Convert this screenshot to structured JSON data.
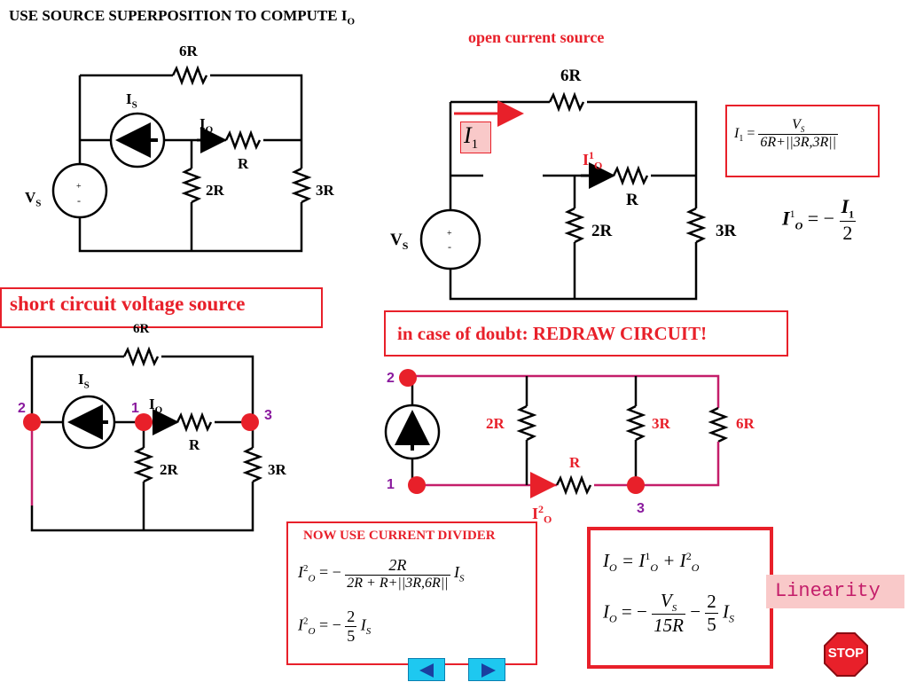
{
  "title": {
    "text": "USE SOURCE SUPERPOSITION TO COMPUTE I",
    "sub": "O"
  },
  "labels": {
    "open_current_source": "open current source",
    "short_circuit": "short circuit voltage source",
    "redraw": "in case of doubt: REDRAW CIRCUIT!",
    "current_divider": "NOW USE CURRENT DIVIDER",
    "linearity": "Linearity",
    "stop": "STOP"
  },
  "components": {
    "r6": "6R",
    "r": "R",
    "r2": "2R",
    "r3": "3R",
    "vs": "V",
    "vs_sub": "S",
    "is": "I",
    "is_sub": "S",
    "io": "I",
    "io_sub": "O",
    "i1": "I",
    "i1_sub": "1",
    "io1": "I",
    "io1_sup": "1",
    "io1_sub": "O",
    "io2": "I",
    "io2_sup": "2",
    "io2_sub": "O",
    "node1": "1",
    "node2": "2",
    "node3": "3",
    "plus": "+",
    "minus": "-"
  },
  "equations": {
    "eq_i1": {
      "lhs": "I",
      "lhs_sub": "1",
      "eq": "=",
      "num": "V",
      "num_sub": "S",
      "den": "6R+||3R,3R||"
    },
    "eq_io1": {
      "lhs": "I",
      "lhs_sup": "1",
      "lhs_sub": "O",
      "eq": "= −",
      "num": "I",
      "num_sub": "1",
      "den": "2"
    },
    "eq_io2a": {
      "lhs": "I",
      "lhs_sup": "2",
      "lhs_sub": "O",
      "eq": "= −",
      "num": "2R",
      "den": "2R + R+||3R,6R||",
      "tail": "I",
      "tail_sub": "S"
    },
    "eq_io2b": {
      "lhs": "I",
      "lhs_sup": "2",
      "lhs_sub": "O",
      "eq": "= −",
      "num": "2",
      "den": "5",
      "tail": "I",
      "tail_sub": "S"
    },
    "eq_sum1": {
      "text": "I",
      "sub": "O",
      "rest": "= I",
      "sup1": "1",
      "sub1": "O",
      "plus": "+ I",
      "sup2": "2",
      "sub2": "O"
    },
    "eq_sum2": {
      "lhs": "I",
      "lhs_sub": "O",
      "eq": "= −",
      "num1": "V",
      "num1_sub": "S",
      "den1": "15R",
      "minus": "−",
      "num2": "2",
      "den2": "5",
      "tail": "I",
      "tail_sub": "S"
    }
  }
}
